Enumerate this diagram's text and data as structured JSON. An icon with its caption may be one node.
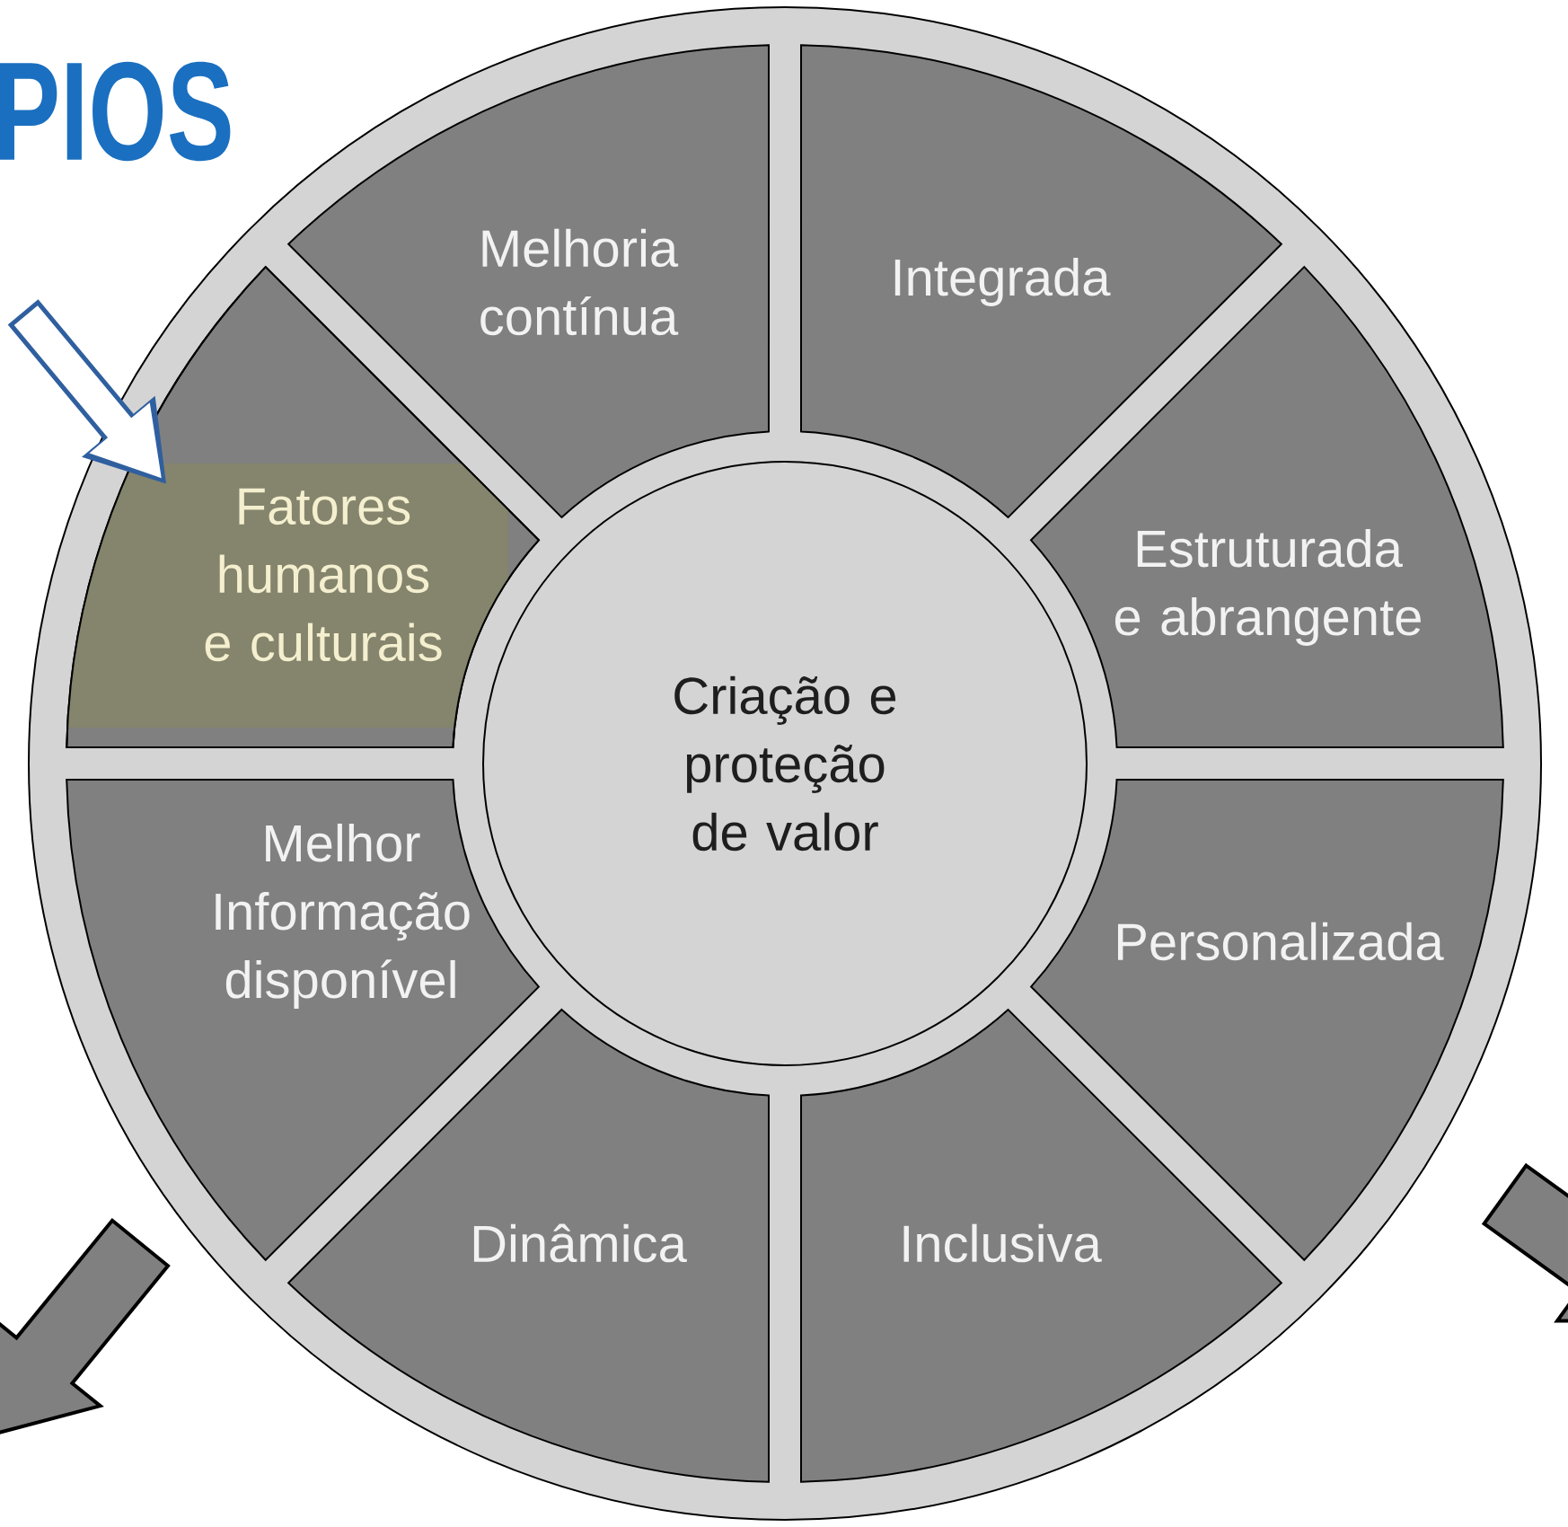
{
  "diagram": {
    "title": "PIOS",
    "nodes": [
      {
        "text": [
          "Melhoria contínua"
        ]
      },
      {
        "text": [
          "Integrada"
        ]
      },
      {
        "text": [
          "Fatores humanos e culturais"
        ]
      },
      {
        "text": [
          "Estruturada e abrangente"
        ]
      },
      {
        "text": [
          "Criação e proteção de valor"
        ]
      },
      {
        "text": [
          "Melhor Informação disponível"
        ]
      },
      {
        "text": [
          "Personalizada"
        ]
      },
      {
        "text": [
          "Dinâmica"
        ]
      },
      {
        "text": [
          "Inclusiva"
        ]
      }
    ],
    "edges": [
      {
        "from": null,
        "to": 2,
        "arrow": "to",
        "color": "#2f5f9f"
      }
    ]
  }
}
